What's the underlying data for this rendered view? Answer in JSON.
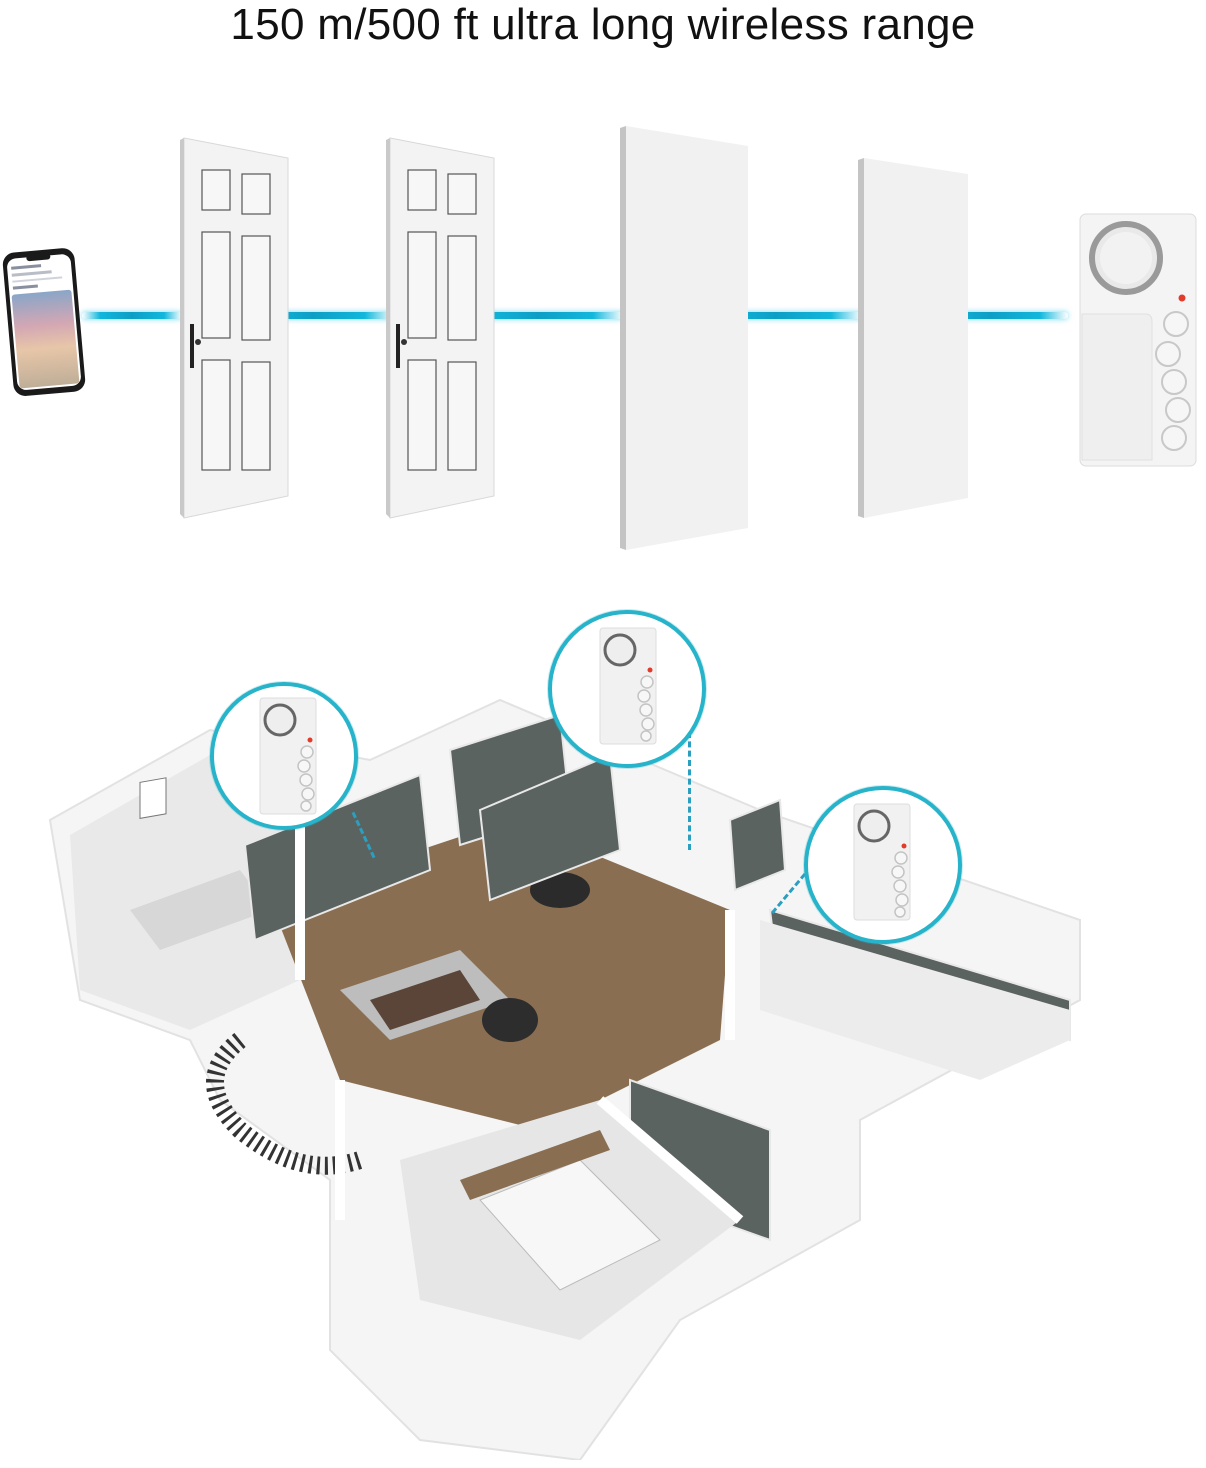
{
  "title": "150 m/500 ft ultra long wireless range",
  "colors": {
    "beam": "#12b7dc",
    "callout_ring": "#27b3c9",
    "led": "#e23b2c",
    "device_body": "#f2f2f2",
    "floor_wood": "#8a6e52",
    "cabinet_glass": "#5b6360"
  },
  "signal_path": {
    "source": {
      "icon": "smartphone-icon",
      "label": "Smartphone"
    },
    "obstacles": [
      {
        "type": "door",
        "icon": "six-panel-door-icon"
      },
      {
        "type": "door",
        "icon": "six-panel-door-icon"
      },
      {
        "type": "wall",
        "icon": "wall-panel-icon"
      },
      {
        "type": "wall",
        "icon": "wall-panel-icon"
      }
    ],
    "target": {
      "icon": "alarm-device-icon",
      "buttons": 5,
      "led": "red"
    }
  },
  "floor_plan": {
    "icon": "apartment-cutaway-icon",
    "callouts": [
      {
        "icon": "alarm-device-icon",
        "position": "left"
      },
      {
        "icon": "alarm-device-icon",
        "position": "center"
      },
      {
        "icon": "alarm-device-icon",
        "position": "right"
      }
    ]
  }
}
